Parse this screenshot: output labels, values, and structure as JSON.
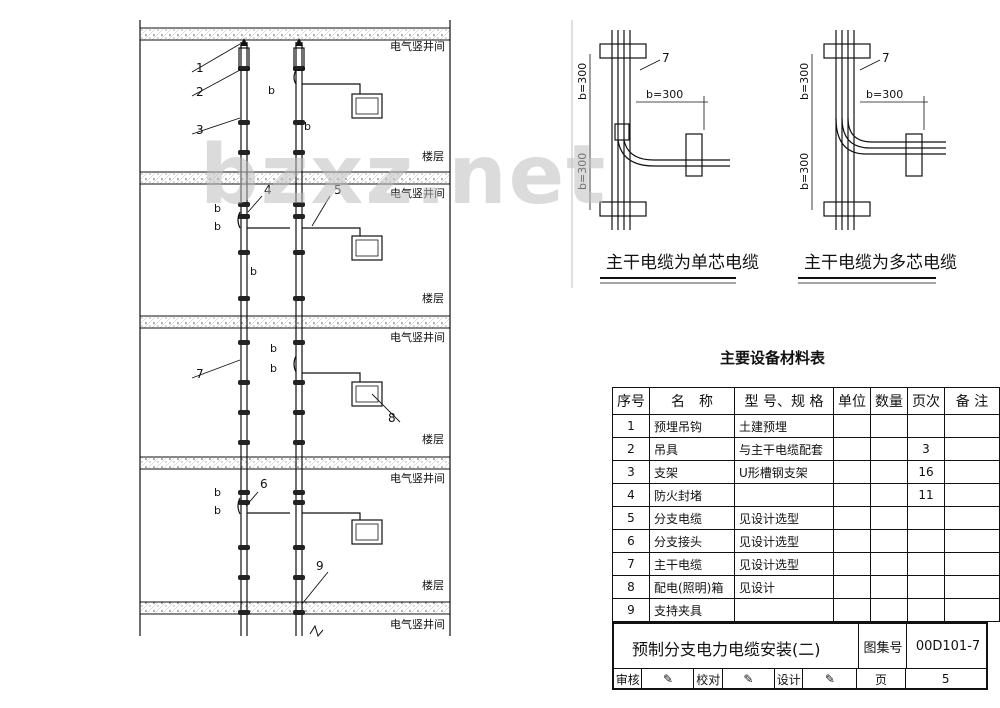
{
  "left_drawing": {
    "shaft_label": "电气竖井间",
    "floor_label": "楼层",
    "callouts": [
      "1",
      "2",
      "3",
      "4",
      "5",
      "6",
      "7",
      "8",
      "9"
    ],
    "dim": "b"
  },
  "details": [
    {
      "caption": "主干电缆为单芯电缆",
      "callout": "7",
      "dim_v1": "b=300",
      "dim_v2": "b=300",
      "dim_h": "b=300"
    },
    {
      "caption": "主干电缆为多芯电缆",
      "callout": "7",
      "dim_v1": "b=300",
      "dim_v2": "b=300",
      "dim_h": "b=300"
    }
  ],
  "table": {
    "title": "主要设备材料表",
    "headers": [
      "序号",
      "名　称",
      "型 号、规 格",
      "单位",
      "数量",
      "页次",
      "备 注"
    ],
    "rows": [
      [
        "1",
        "预埋吊钩",
        "土建预埋",
        "",
        "",
        "",
        ""
      ],
      [
        "2",
        "吊具",
        "与主干电缆配套",
        "",
        "",
        "3",
        ""
      ],
      [
        "3",
        "支架",
        "U形槽钢支架",
        "",
        "",
        "16",
        ""
      ],
      [
        "4",
        "防火封堵",
        "",
        "",
        "",
        "11",
        ""
      ],
      [
        "5",
        "分支电缆",
        "见设计选型",
        "",
        "",
        "",
        ""
      ],
      [
        "6",
        "分支接头",
        "见设计选型",
        "",
        "",
        "",
        ""
      ],
      [
        "7",
        "主干电缆",
        "见设计选型",
        "",
        "",
        "",
        ""
      ],
      [
        "8",
        "配电(照明)箱",
        "见设计",
        "",
        "",
        "",
        ""
      ],
      [
        "9",
        "支持夹具",
        "",
        "",
        "",
        "",
        ""
      ]
    ]
  },
  "title_block": {
    "title": "预制分支电力电缆安装(二)",
    "atlas_label": "图集号",
    "atlas_no": "00D101-7",
    "review_label": "审核",
    "check_label": "校对",
    "design_label": "设计",
    "page_label": "页",
    "page_no": "5"
  },
  "watermark": "bzxz.net"
}
